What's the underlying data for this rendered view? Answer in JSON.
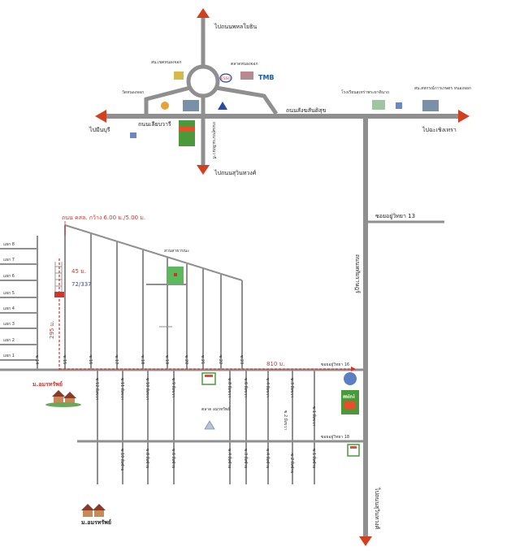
{
  "map": {
    "labels": {
      "north": "ไปถนนพหลโยธิน",
      "south_top": "ไปถนนสุวินทวงศ์",
      "west": "ไปมีนบุรี",
      "east": "ไปฉะเชิงเทรา",
      "south_bottom": "ไปถนนสุวินทวงศ์",
      "road_liab": "ถนนเลียบวารี",
      "road_sangkhom": "ถนนสังฆสันติสุข",
      "road_vertical": "ถนนหทัยราษฎร์",
      "road_khuu": "ถนนคู่ขนานเลียบวารี",
      "landmark_school": "วัดหนองจอก",
      "landmark_office": "สน.เขตหนองจอก",
      "landmark_market": "ตลาดหนองจอก",
      "landmark_hospital": "โรงเรียนสุเหร่าพระยาดินาถ",
      "landmark_agri": "สน.สหกรณ์การเกษตร หนองจอก",
      "soi_13": "ซอยอยู่วิทยา 13",
      "soi_16": "ซอยอยู่วิทยา 16",
      "soi_18": "ซอยอยู่วิทยา 18",
      "width_note": "ถนน คสล. กว้าง 6.00 ม./5.00 ม.",
      "dist_45": "45 ม.",
      "plot_no": "72/337",
      "dist_295": "295 ม.",
      "dist_810": "810 ม.",
      "park": "สวนสาธารณะ",
      "village_main": "ม.อมรทรัพย์",
      "village_bottom": "ม.อมรทรัพย์",
      "market_amorn": "ตลาด อมรทรัพย์",
      "brand_tmb": "TMB",
      "brand_mini": "mini",
      "brand_esso": "ESSO"
    },
    "lanes": [
      "แยก 8",
      "แยก 7",
      "แยก 6",
      "แยก 5",
      "แยก 4",
      "แยก 3",
      "แยก 2",
      "แยก 1"
    ],
    "sois_top": [
      "ซ.14",
      "ซ.15",
      "ซ.16",
      "ซ.17",
      "ซ.18",
      "ซ.19",
      "ซ.20",
      "ซ.21",
      "ซ.22",
      "ซ.23"
    ],
    "sois_mid": [
      "ซ.12 ฝั่งขวา",
      "ซ.11 ฝั่งขวา",
      "ซ.10 ฝั่งขวา",
      "ซ.9 ฝั่งขวา",
      "ซ.8 ฝั่งขวา",
      "ซ.6 ฝั่งขวา",
      "ซ.4 ฝั่งขวา",
      "ซ.3 ฝั่งขวา",
      "ซ.2 ฝั่งขวา",
      "ซ.1 ฝั่งขวา"
    ],
    "sois_low": [
      "ซ.10 ฝั่งซ้าย",
      "ซ.8 ฝั่งซ้าย",
      "ซ.6 ฝั่งซ้าย",
      "ซ.4 ฝั่งซ้าย",
      "ซ.3 ฝั่งซ้าย",
      "ซ.4 ฝั่งซ้าย",
      "ซ.2 ฝั่งซ้าย",
      "ซ.1 ฝั่งซ้าย"
    ],
    "colors": {
      "road": "#8f8f8f",
      "arrow": "#d2401f",
      "distance": "#d0342c",
      "plot": "#2a4aa8",
      "park": "#5cb85c"
    }
  }
}
